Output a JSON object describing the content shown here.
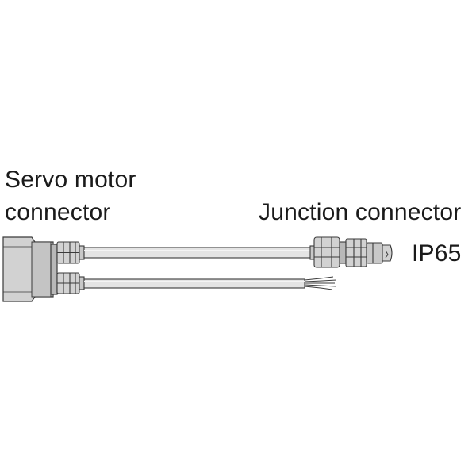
{
  "labels": {
    "servo_connector_line1": "Servo motor",
    "servo_connector_line2": "connector",
    "junction_connector": "Junction connector",
    "protection_rating": "IP65"
  },
  "colors": {
    "outline": "#3a3a3a",
    "connector_fill": "#d2d2d2",
    "connector_dark": "#b4b4b4",
    "cable_fill": "#e4e4e4",
    "text": "#1a1a1a",
    "background": "#ffffff"
  }
}
